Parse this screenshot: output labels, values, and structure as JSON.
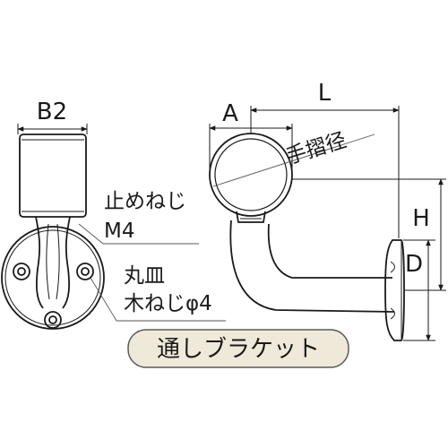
{
  "dimensions": {
    "b2": "B2",
    "a": "A",
    "l": "L",
    "h": "H",
    "d": "D"
  },
  "callouts": {
    "handrail_diameter": "手摺径",
    "set_screw_line1": "止めねじ",
    "set_screw_line2": "M4",
    "pan_line1": "丸皿",
    "pan_line2": "木ねじφ4"
  },
  "title_badge": {
    "label": "通しブラケット",
    "background": "#efe9da",
    "border": "#5a5a5a"
  },
  "colors": {
    "stroke": "#1a1a1a",
    "leader": "#555555"
  }
}
